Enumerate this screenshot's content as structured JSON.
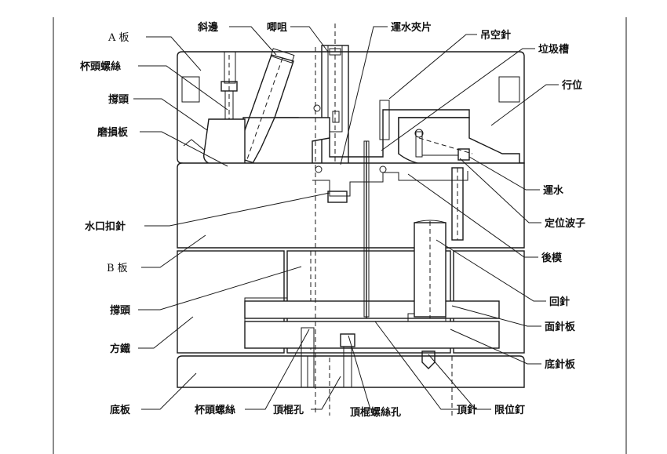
{
  "labels": {
    "a_plate": "A 板",
    "cup_head_screw_top": "杯頭螺絲",
    "support_head_top": "撐頭",
    "wear_plate": "磨損板",
    "slanted_edge": "斜邊",
    "nozzle": "唧咀",
    "water_clip": "運水夾片",
    "hang_pin": "吊空針",
    "waste_slot": "垃圾槽",
    "slide": "行位",
    "cooling": "運水",
    "detent_ball": "定位波子",
    "core": "後模",
    "sprue_puller": "水口扣針",
    "b_plate": "B 板",
    "support_head_bottom": "撐頭",
    "spacer_block": "方鐵",
    "bottom_plate": "底板",
    "cup_head_screw_bottom": "杯頭螺絲",
    "ejector_rod_hole": "頂棍孔",
    "ejector_rod_screw_hole": "頂棍螺絲孔",
    "ejector_pin": "頂針",
    "stop_pin": "限位釘",
    "return_pin": "回針",
    "ejector_retainer_plate": "面針板",
    "ejector_plate": "底針板"
  }
}
